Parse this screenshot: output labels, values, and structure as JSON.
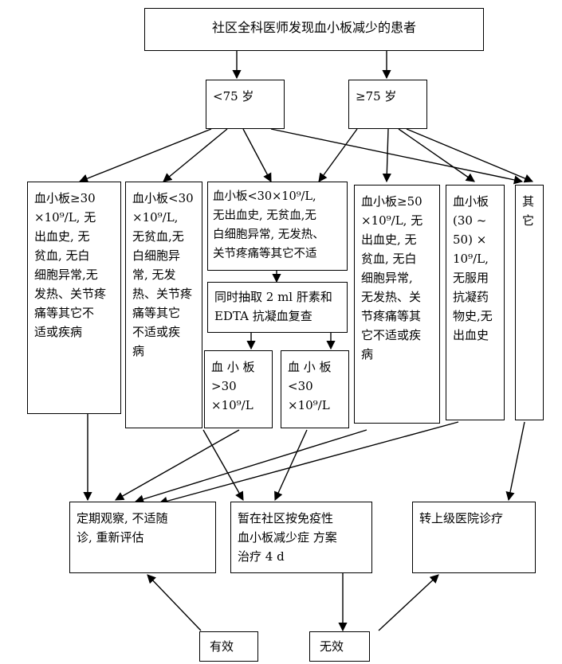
{
  "title": "社区全科医师发现血小板减少的患者",
  "age": {
    "lt75": "<75 岁",
    "ge75": "≥75 岁"
  },
  "boxes": {
    "b1": "血小板≥30\n×10⁹/L, 无\n出血史, 无\n贫血, 无白\n细胞异常,无\n发热、关节疼\n痛等其它不\n适或疾病",
    "b2": "血小板<30\n×10⁹/L,\n无贫血,无\n白细胞异\n常, 无发\n热、关节疼\n痛等其它\n不适或疾\n病",
    "b3": "血小板<30×10⁹/L,\n无出血史, 无贫血,无\n白细胞异常, 无发热、\n关节疼痛等其它不适",
    "b4": "血小板≥50\n×10⁹/L, 无\n出血史, 无\n贫血, 无白\n细胞异常,\n无发热、关\n节疼痛等其\n它不适或疾\n病",
    "b5": "血小板\n(30 ~\n50) ×\n10⁹/L,\n无服用\n抗凝药\n物史,无\n出血史",
    "b6": "其\n它"
  },
  "recheck": "同时抽取 2 ml 肝素和\nEDTA 抗凝血复查",
  "sub_gt30": "血 小 板\n>30\n×10⁹/L",
  "sub_lt30": "血 小 板\n<30\n×10⁹/L",
  "outcomes": {
    "observe": "定期观察, 不适随\n诊, 重新评估",
    "treat": "暂在社区按免疫性\n血小板减少症 方案\n治疗 4 d",
    "refer": "转上级医院诊疗"
  },
  "result": {
    "effective": "有效",
    "ineffective": "无效"
  }
}
